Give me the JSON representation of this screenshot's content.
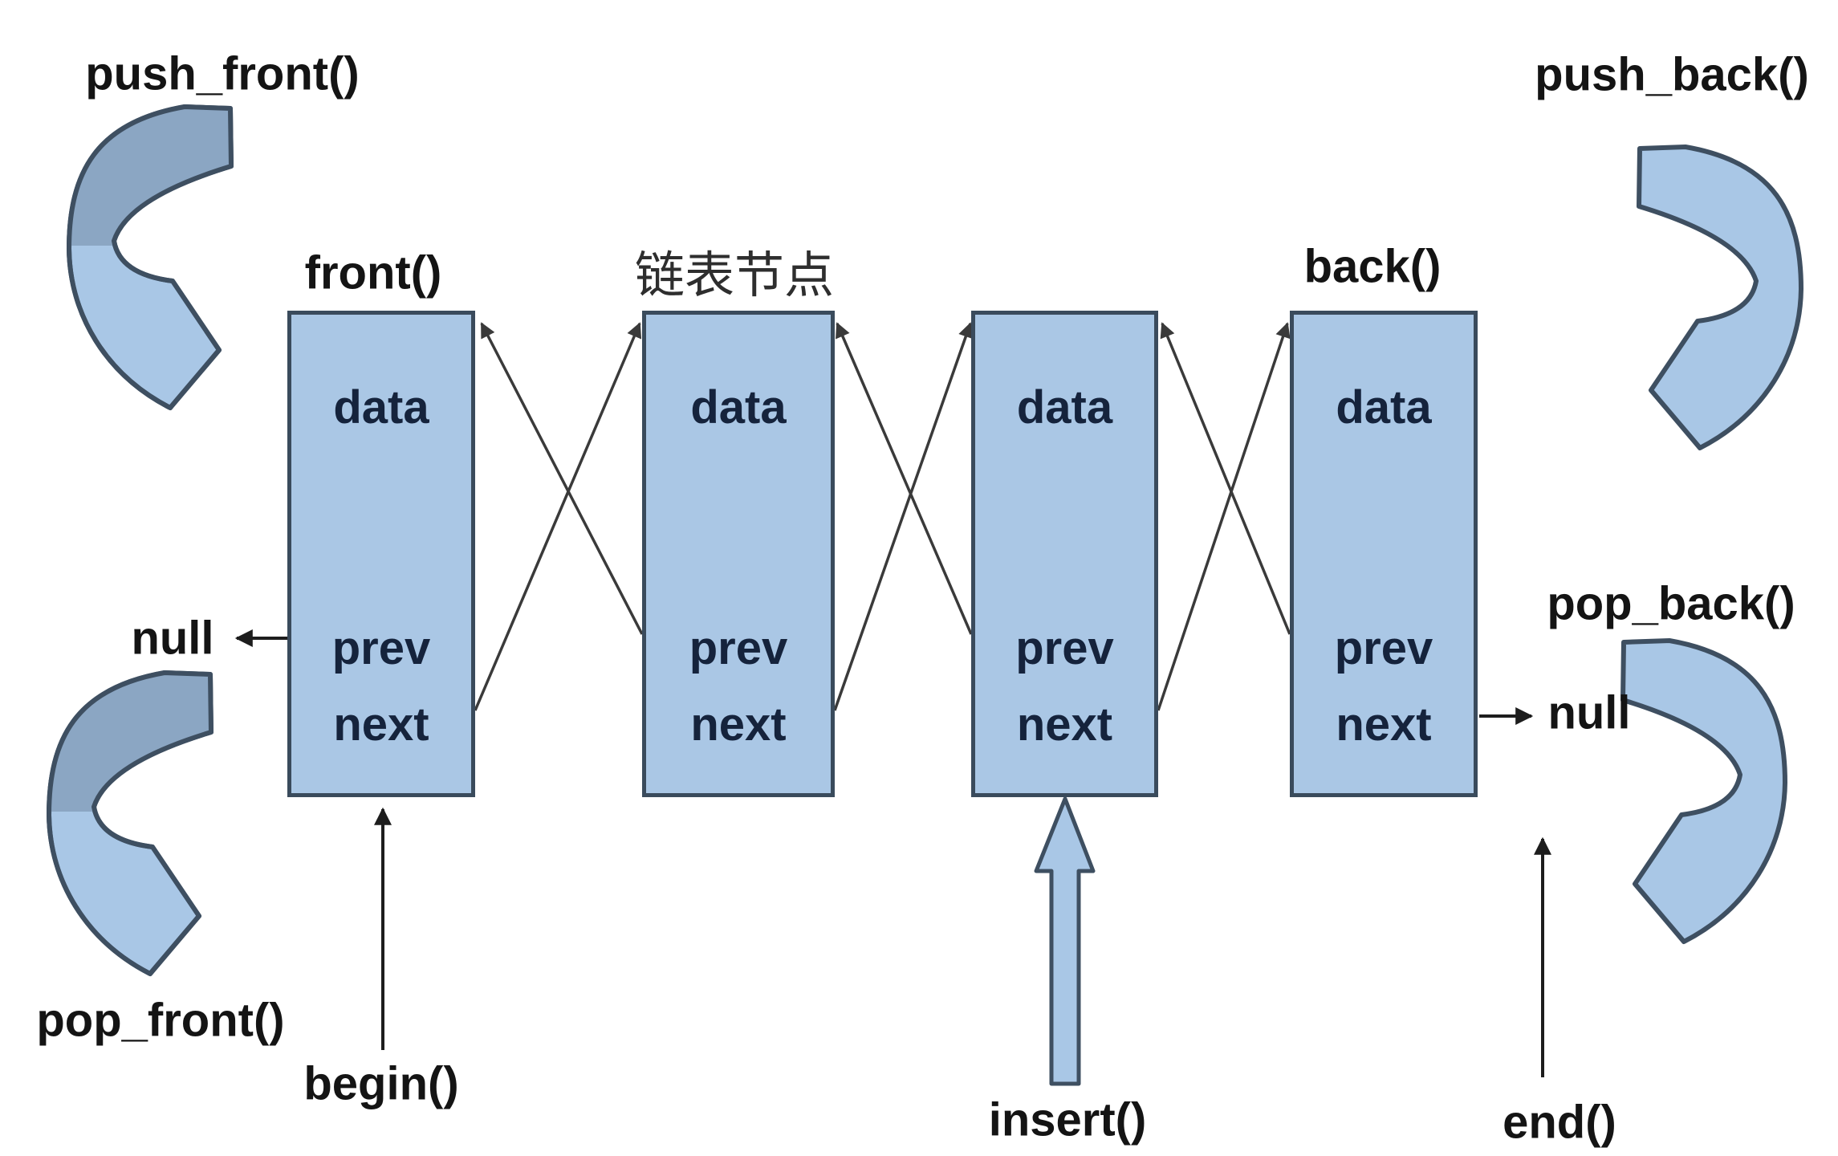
{
  "labels": {
    "push_front": "push_front()",
    "push_back": "push_back()",
    "pop_front": "pop_front()",
    "pop_back": "pop_back()",
    "front": "front()",
    "back": "back()",
    "begin": "begin()",
    "end": "end()",
    "insert": "insert()",
    "list_node_cn": "链表节点",
    "null_left": "null",
    "null_right": "null"
  },
  "nodes": [
    {
      "fields": [
        "data",
        "prev",
        "next"
      ]
    },
    {
      "fields": [
        "data",
        "prev",
        "next"
      ]
    },
    {
      "fields": [
        "data",
        "prev",
        "next"
      ]
    },
    {
      "fields": [
        "data",
        "prev",
        "next"
      ]
    }
  ],
  "colors": {
    "bg": "#ffffff",
    "node_fill": "#aac7e5",
    "node_border": "#3a4b5c",
    "arrow_fill": "#a9c7e6",
    "arrow_dark": "#8ba6c3",
    "arrow_outline": "#3e4f61",
    "line": "#3a3a3a",
    "arrow_line": "#1d1d1d",
    "label": "#141414",
    "cn_text": "#2e2e2e",
    "field_text": "#15233c"
  }
}
